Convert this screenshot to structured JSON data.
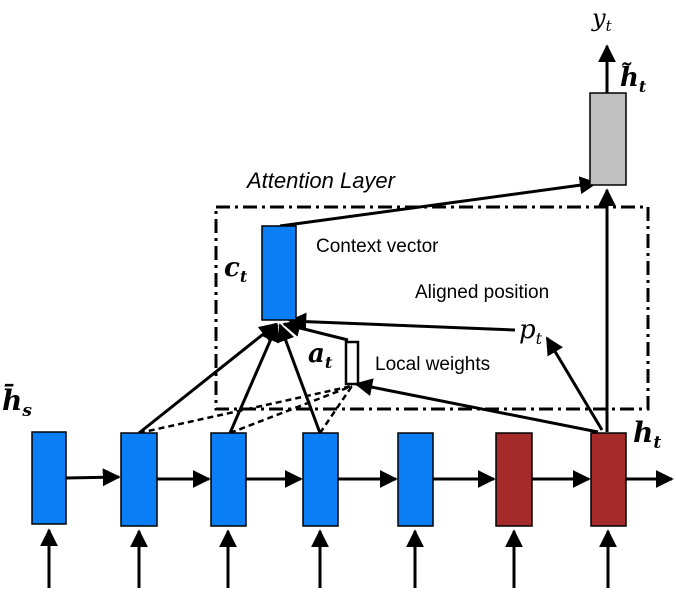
{
  "labels": {
    "attention_layer": "Attention Layer",
    "context_vector": "Context vector",
    "aligned_position": "Aligned position",
    "local_weights": "Local weights",
    "y_t": "y",
    "y_t_sub": "t",
    "h_tilde_t": "h̃",
    "h_tilde_t_sub": "t",
    "c_t": "c",
    "c_t_sub": "t",
    "a_t": "a",
    "a_t_sub": "t",
    "p_t": "p",
    "p_t_sub": "t",
    "h_bar_s": "h̄",
    "h_bar_s_sub": "s",
    "h_t": "h",
    "h_t_sub": "t"
  },
  "colors": {
    "encoder_state": "#0a7ef5",
    "decoder_state": "#a52a2a",
    "output_state": "#c0c0c0",
    "stroke": "#000000"
  }
}
